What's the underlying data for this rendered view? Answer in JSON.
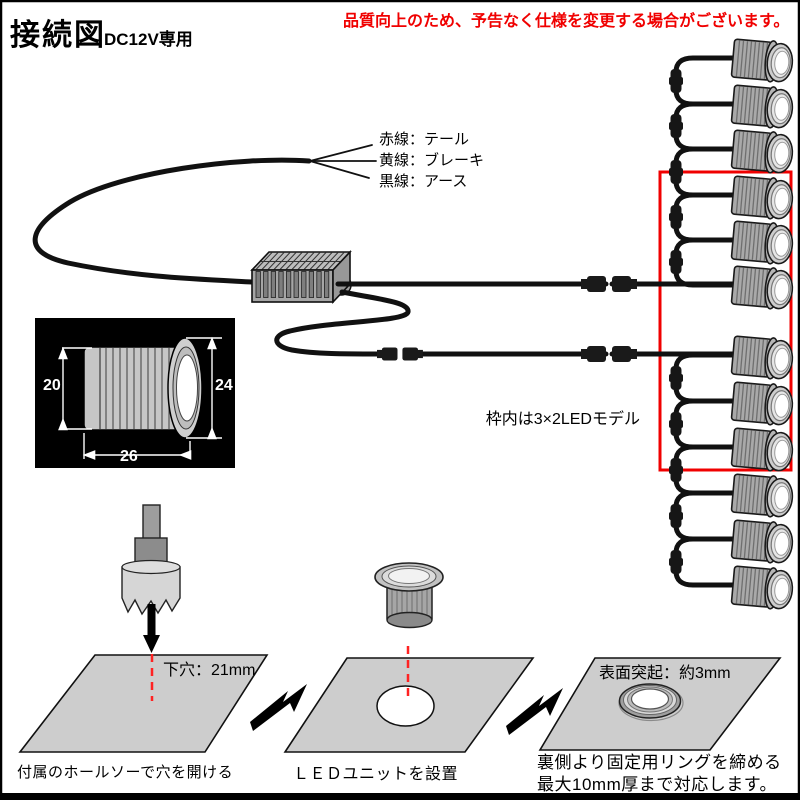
{
  "header": {
    "title": "接続図",
    "subtitle": "DC12V専用",
    "warning": "品質向上のため、予告なく仕様を変更する場合がございます。"
  },
  "wiring": {
    "labels": [
      "赤線：テール",
      "黄線：ブレーキ",
      "黒線：アース"
    ],
    "frame_note": "枠内は3×2LEDモデル"
  },
  "size_diagram": {
    "height_back_mm": "20",
    "height_front_mm": "24",
    "length_mm": "26"
  },
  "steps": [
    {
      "note": "下穴：21mm",
      "caption": "付属のホールソーで穴を開ける"
    },
    {
      "caption": "ＬＥＤユニットを設置"
    },
    {
      "note": "表面突起：約3mm",
      "caption": "裏側より固定用リングを締める",
      "caption2": "最大10mm厚まで対応します。"
    }
  ],
  "colors": {
    "accent_red": "#ff0000",
    "wire_black": "#111111",
    "plate_gray": "#cccccc"
  }
}
